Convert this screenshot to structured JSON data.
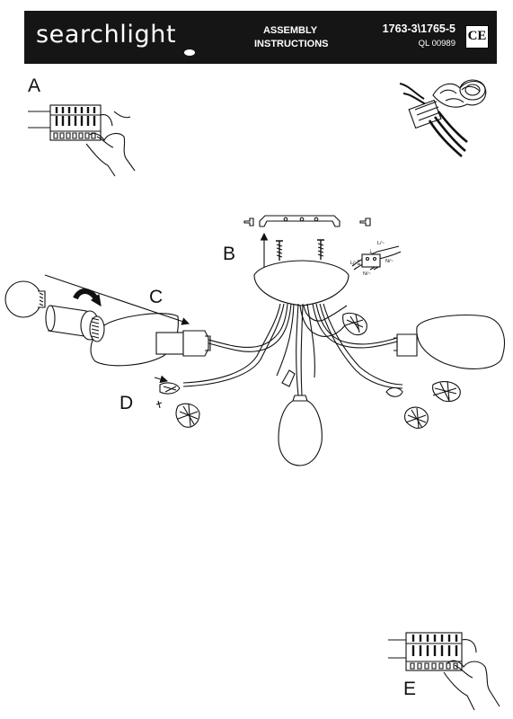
{
  "header": {
    "brand": "searchlight",
    "doc_title_line1": "ASSEMBLY",
    "doc_title_line2": "INSTRUCTIONS",
    "model_numbers": "1763-3\\1765-5",
    "doc_code": "QL 00989",
    "certification_mark": "CE"
  },
  "steps": {
    "a": "A",
    "b": "B",
    "c": "C",
    "d": "D",
    "e": "E"
  },
  "wiring_labels": {
    "live": "L/~",
    "neutral": "N/~",
    "earth": "⏚"
  },
  "icons": {
    "terminal_block_a": "terminal-block-icon",
    "wire_connector": "wire-connector-icon",
    "mounting_bracket": "mounting-bracket-icon",
    "bulb": "bulb-icon",
    "crystal_drop": "crystal-drop-icon",
    "terminal_block_e": "terminal-block-icon"
  },
  "colors": {
    "header_bg": "#151515",
    "ink": "#111111"
  }
}
